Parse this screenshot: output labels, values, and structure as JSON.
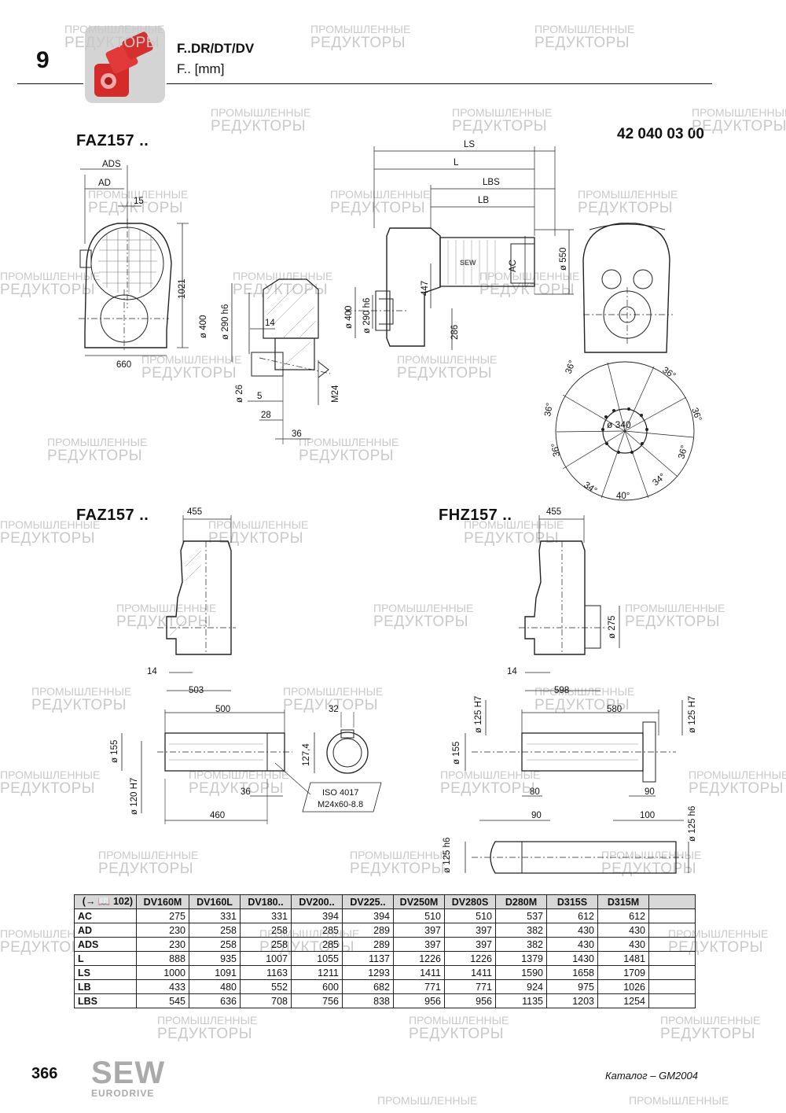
{
  "header": {
    "chapter": "9",
    "title": "F..DR/DT/DV",
    "subtitle": "F.. [mm]"
  },
  "doc_number": "42 040 03 00",
  "watermark": {
    "line1": "ПРОМЫШЛЕННЫЕ",
    "line2": "РЕДУКТОРЫ"
  },
  "drawings": {
    "top_model": "FAZ157 ..",
    "mid_left_model": "FAZ157 ..",
    "mid_right_model": "FHZ157 ..",
    "dims_top": {
      "ads": "ADS",
      "ad": "AD",
      "d15": "15",
      "d1021": "1021",
      "d660": "660",
      "d400": "ø 400",
      "d290": "ø 290 h6",
      "d14": "14",
      "d26": "ø 26",
      "d5": "5",
      "d28": "28",
      "d36": "36",
      "m24": "M24",
      "ls": "LS",
      "l": "L",
      "lbs": "LBS",
      "lb": "LB",
      "ac": "AC",
      "d550": "ø 550",
      "d447": "447",
      "d286": "286",
      "d400b": "ø 400",
      "d290b": "ø 290 h6",
      "sew": "SEW"
    },
    "flange": {
      "a1": "36°",
      "a2": "36°",
      "a3": "36°",
      "a4": "36°",
      "a5": "36°",
      "a6": "36°",
      "a7": "34°",
      "a8": "40°",
      "a9": "34°",
      "d340": "ø 340"
    },
    "dims_mid_left": {
      "d455": "455",
      "d14": "14",
      "d503": "503",
      "d500": "500",
      "d32": "32",
      "d155": "ø 155",
      "d127": "127,4",
      "d120": "ø 120 H7",
      "d36": "36",
      "d460": "460",
      "iso1": "ISO 4017",
      "iso2": "M24x60-8.8"
    },
    "dims_mid_right": {
      "d455": "455",
      "d275": "ø 275",
      "d14": "14",
      "d598": "598",
      "d125a": "ø 125 H7",
      "d580": "580",
      "d125b": "ø 125 H7",
      "d155": "ø 155",
      "d80": "80",
      "d90": "90",
      "d90b": "90",
      "d100": "100",
      "d125c": "ø 125 h6",
      "d125d": "ø 125 h6"
    }
  },
  "table": {
    "corner": "(→ 📖 102)",
    "columns": [
      "DV160M",
      "DV160L",
      "DV180..",
      "DV200..",
      "DV225..",
      "DV250M",
      "DV280S",
      "D280M",
      "D315S",
      "D315M"
    ],
    "rows": [
      {
        "label": "AC",
        "values": [
          "275",
          "331",
          "331",
          "394",
          "394",
          "510",
          "510",
          "537",
          "612",
          "612"
        ]
      },
      {
        "label": "AD",
        "values": [
          "230",
          "258",
          "258",
          "285",
          "289",
          "397",
          "397",
          "382",
          "430",
          "430"
        ]
      },
      {
        "label": "ADS",
        "values": [
          "230",
          "258",
          "258",
          "285",
          "289",
          "397",
          "397",
          "382",
          "430",
          "430"
        ]
      },
      {
        "label": "L",
        "values": [
          "888",
          "935",
          "1007",
          "1055",
          "1137",
          "1226",
          "1226",
          "1379",
          "1430",
          "1481"
        ]
      },
      {
        "label": "LS",
        "values": [
          "1000",
          "1091",
          "1163",
          "1211",
          "1293",
          "1411",
          "1411",
          "1590",
          "1658",
          "1709"
        ]
      },
      {
        "label": "LB",
        "values": [
          "433",
          "480",
          "552",
          "600",
          "682",
          "771",
          "771",
          "924",
          "975",
          "1026"
        ]
      },
      {
        "label": "LBS",
        "values": [
          "545",
          "636",
          "708",
          "756",
          "838",
          "956",
          "956",
          "1135",
          "1203",
          "1254"
        ]
      }
    ]
  },
  "footer": {
    "page_number": "366",
    "logo": "SEW",
    "logo_sub": "EURODRIVE",
    "catalog": "Каталог – GM2004"
  }
}
